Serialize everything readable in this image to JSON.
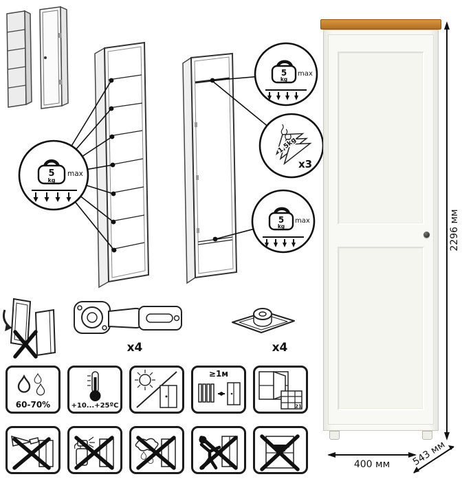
{
  "callouts": {
    "shelves_max_load": {
      "weight": "5",
      "unit": "kg",
      "label": "max"
    },
    "top_shelf_max_load": {
      "weight": "5",
      "unit": "kg",
      "label": "max"
    },
    "hanger_load": {
      "per_hanger": "1,5kg",
      "count": "x3"
    },
    "bottom_shelf_max_load": {
      "weight": "5",
      "unit": "kg",
      "label": "max"
    }
  },
  "hardware": {
    "hinge": {
      "quantity": "x4"
    },
    "foot": {
      "quantity": "x4"
    }
  },
  "dimensions": {
    "height": "2296 мм",
    "width": "400 мм",
    "depth": "543 мм"
  },
  "environment": {
    "humidity": "60-70%",
    "temperature": "+10...+25ºC",
    "heat_distance": "≥1м",
    "calendar_day": "21"
  }
}
